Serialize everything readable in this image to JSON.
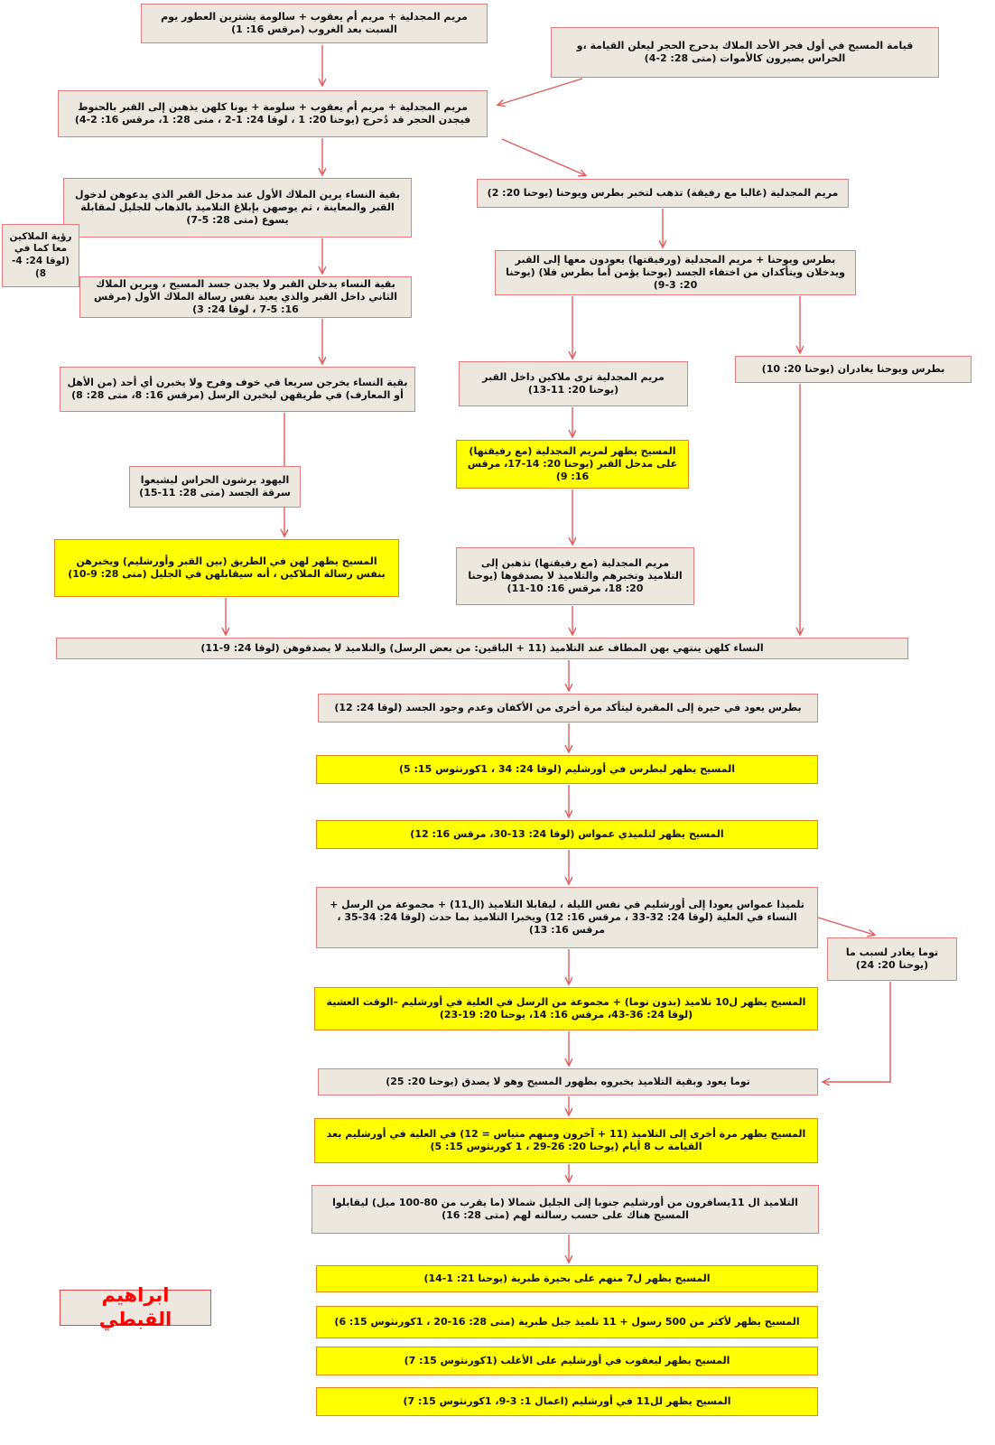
{
  "colors": {
    "plain_box_bg": "#ece8df",
    "plain_box_border": "#e37c7c",
    "yellow_box_bg": "#ffff00",
    "yellow_box_border": "#e0881c",
    "arrow": "#e05c5c",
    "signature_text": "#ff0000"
  },
  "signature": {
    "text": "ابراهيم القبطي"
  },
  "nodes": {
    "b1": {
      "text": "مريم المجدلية + مريم أم يعقوب + سالومة  يشترين العطور يوم السبت بعد الغروب (مرقس 16: 1)"
    },
    "b2": {
      "text": "قيامة المسيح في أول فجر الأحد الملاك يدحرج الحجر ليعلن القيامة ،و الحراس يصيرون كالأموات (متى 28: 2-4)"
    },
    "b3": {
      "text": "مريم المجدلية + مريم أم يعقوب + سلومة + يونا كلهن يذهبن إلى القبر بالحنوط فيجدن الحجر قد دُحرج (يوحنا 20: 1 ، لوقا 24: 1-2 ، متى 28: 1، مرقس 16: 2-4)"
    },
    "b4": {
      "text": "بقية النساء يرين الملاك الأول عند مدخل القبر الذي يدعوهن لدخول القبر والمعاينة ، ثم يوصهن بإبلاغ التلاميذ بالذهاب للجليل لمقابلة يسوع (متى 28: 5-7)"
    },
    "b5": {
      "text": "مريم المجدلية (غالبا مع رفيقة) تذهب لتخبر بطرس ويوحنا (يوحنا 20: 2)"
    },
    "b6": {
      "text": "رؤية الملاكين معا كما في (لوقا 24: 4-8)"
    },
    "b7": {
      "text": "بقية النساء يدخلن القبر ولا يجدن جسد المسيح ، ويرين الملاك الثاني داخل القبر والذي يعيد نفس رسالة الملاك الأول (مرقس 16: 5-7 ، لوقا 24: 3)"
    },
    "b8": {
      "text": "بطرس ويوحنا + مريم المجدلية (ورفيقتها) يعودون معها إلى القبر ويدخلان ويتأكدان من اختفاء الجسد (يوحنا يؤمن أما بطرس فلا) (يوحنا 20: 3-9)"
    },
    "b9": {
      "text": "بقية النساء يخرجن سريعا في خوف وفرح ولا يخبرن أي أحد (من الأهل أو المعارف) في طريقهن ليخبرن الرسل (مرقس 16: 8، متى 28: 8)"
    },
    "b10": {
      "text": "مريم المجدلية ترى ملاكين داخل القبر (يوحنا 20: 11-13)"
    },
    "b11": {
      "text": "بطرس ويوحنا يغادران (يوحنا 20: 10)"
    },
    "b12": {
      "text": "المسيح يظهر لمريم المجدلية (مع رفيقتها) على مدخل القبر (يوحنا 20: 14-17، مرقس 16: 9)"
    },
    "b13": {
      "text": "اليهود يرشون الحراس ليشيعوا سرقة الجسد (متى 28: 11-15)"
    },
    "b14": {
      "text": "المسيح يظهر لهن في الطريق (بين القبر وأورشليم) ويخبرهن بنفس رسالة الملاكين ، أنه سيقابلهن في الجليل (متى 28: 9-10)"
    },
    "b15": {
      "text": "مريم المجدلية (مع رفيقتها) تذهبن إلى التلاميذ وتخبرهم والتلاميذ لا يصدقوها (يوحنا 20: 18، مرقس 16: 10-11)"
    },
    "b16": {
      "text": "النساء كلهن ينتهي بهن المطاف عند التلاميذ (11 + الباقين: من بعض الرسل) والتلاميذ لا يصدقوهن  (لوقا 24: 9-11)"
    },
    "b17": {
      "text": "بطرس يعود في حيرة إلى المقبرة ليتأكد مرة أخرى من الأكفان وعدم وجود الجسد (لوقا 24: 12)"
    },
    "b18": {
      "text": "المسيح يظهر لبطرس في أورشليم (لوقا 24: 34 ، 1كورنثوس 15: 5)"
    },
    "b19": {
      "text": "المسيح يظهر لتلميذي عمواس (لوقا 24: 13-30، مرقس 16: 12)"
    },
    "b20": {
      "text": "تلميذا عمواس يعودا  إلى أورشليم في نفس الليلة ، ليقابلا التلاميذ (ال11) + مجموعة من الرسل + النساء في العلية (لوقا 24: 32-33 ، مرقس 16: 12) ويخبرا التلاميذ بما حدث (لوقا 24: 34-35 ، مرقس 16: 13)"
    },
    "b21": {
      "text": "توما يغادر لسبب ما (يوحنا 20: 24)"
    },
    "b22": {
      "text": "المسيح يظهر ل10 تلاميذ (بدون توما) + مجموعة من الرسل في العلية في أورشليم –الوقت العشية (لوقا 24: 36-43، مرقس 16: 14، يوحنا 20: 19-23)"
    },
    "b23": {
      "text": "توما يعود وبقية التلاميذ يخبروه بظهور المسيح وهو لا يصدق (يوحنا 20: 25)"
    },
    "b24": {
      "text": "المسيح يظهر مرة أخرى إلى التلاميذ (11 + آخرون ومنهم متياس = 12) في العلية في أورشليم بعد القيامة ب 8 أيام (يوحنا 20: 26-29 ، 1 كورنثوس 15: 5)"
    },
    "b25": {
      "text": "التلاميذ ال 11يسافرون من أورشليم جنوبا إلى الجليل شمالا (ما يقرب من 80-100 ميل) ليقابلوا المسيح هناك على حسب رسالته لهم  (متى 28: 16)"
    },
    "b26": {
      "text": "المسيح يظهر ل7 منهم على بحيرة طبرية (يوحنا 21: 1-14)"
    },
    "b27": {
      "text": "المسيح يظهر لأكثر من 500 رسول + 11 تلميذ جبل طبرية (متى 28: 16-20 ، 1كورنثوس 15: 6)"
    },
    "b28": {
      "text": "المسيح يظهر ليعقوب في أورشليم على الأغلب (1كورنثوس 15: 7)"
    },
    "b29": {
      "text": "المسيح يظهر لل11 في أورشليم (اعمال 1: 3-9، 1كورنثوس 15: 7)"
    }
  }
}
